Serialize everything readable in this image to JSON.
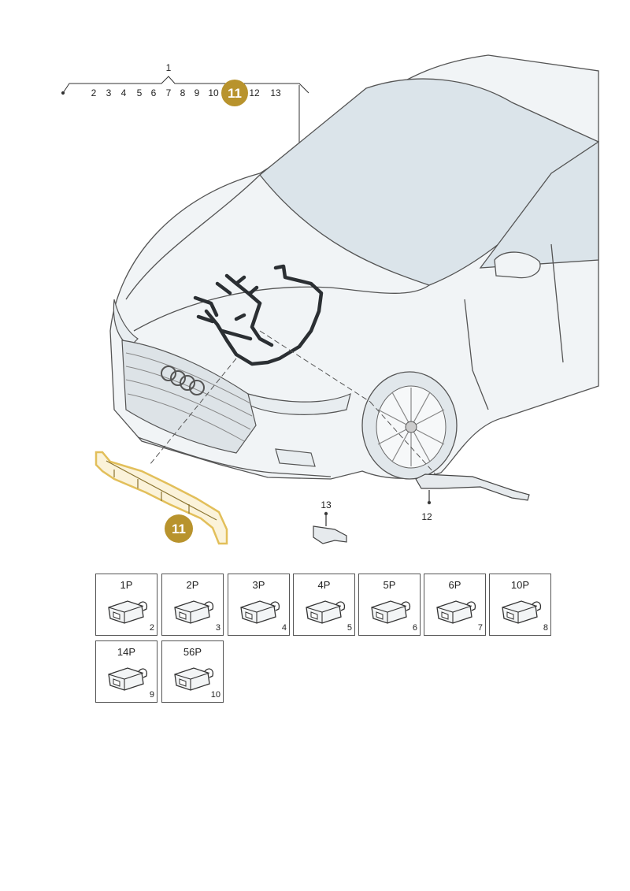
{
  "callouts": {
    "main": "1",
    "items": [
      "2",
      "3",
      "4",
      "5",
      "6",
      "7",
      "8",
      "9",
      "10",
      "12",
      "13"
    ],
    "highlight": "11",
    "bracket_small": "13",
    "bracket_large": "12"
  },
  "connectors": [
    {
      "pins": "1P",
      "number": "2"
    },
    {
      "pins": "2P",
      "number": "3"
    },
    {
      "pins": "3P",
      "number": "4"
    },
    {
      "pins": "4P",
      "number": "5"
    },
    {
      "pins": "5P",
      "number": "6"
    },
    {
      "pins": "6P",
      "number": "7"
    },
    {
      "pins": "10P",
      "number": "8"
    },
    {
      "pins": "14P",
      "number": "9"
    },
    {
      "pins": "56P",
      "number": "10"
    }
  ],
  "colors": {
    "highlight_badge": "#b8932d",
    "highlight_outline": "#e2bf5a",
    "line": "#222222",
    "car_fill": "#f1f4f6",
    "glass_fill": "#dbe4ea"
  }
}
